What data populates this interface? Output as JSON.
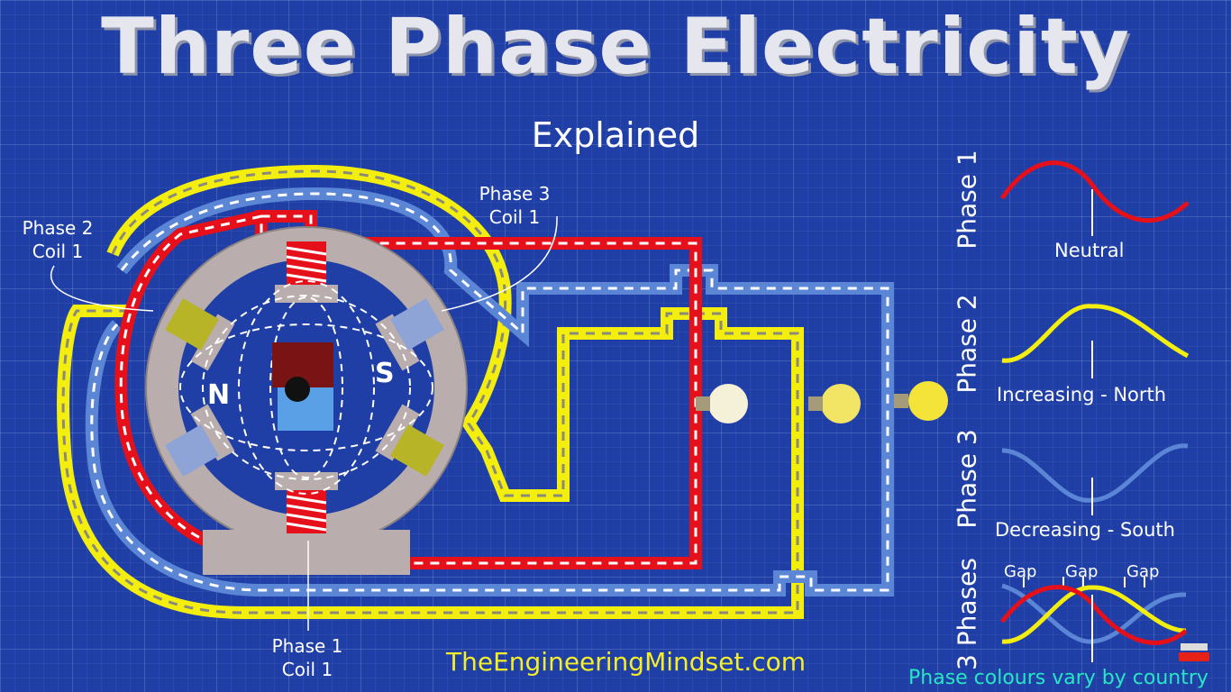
{
  "title": "Three Phase Electricity",
  "subtitle": "Explained",
  "labels": {
    "phase2_coil1": [
      "Phase 2",
      "Coil 1"
    ],
    "phase3_coil1": [
      "Phase 3",
      "Coil 1"
    ],
    "phase1_coil1": [
      "Phase 1",
      "Coil 1"
    ],
    "magnet_n": "N",
    "magnet_s": "S"
  },
  "website": "TheEngineeringMindset.com",
  "note": "Phase colours vary by country",
  "waveforms": [
    {
      "label": "Phase 1",
      "annotation": "Neutral",
      "color": "#e6101a"
    },
    {
      "label": "Phase 2",
      "annotation": "Increasing - North",
      "color": "#f4ee0e"
    },
    {
      "label": "Phase 3",
      "annotation": "Decreasing - South",
      "color": "#5b86d6"
    },
    {
      "label": "3 Phases",
      "gaps": [
        "Gap",
        "Gap",
        "Gap"
      ]
    }
  ],
  "colors": {
    "background": "#1f3fa6",
    "phase1": "#e6101a",
    "phase2": "#f4ee0e",
    "phase3": "#5b86d6",
    "stator": "#b9adad"
  }
}
